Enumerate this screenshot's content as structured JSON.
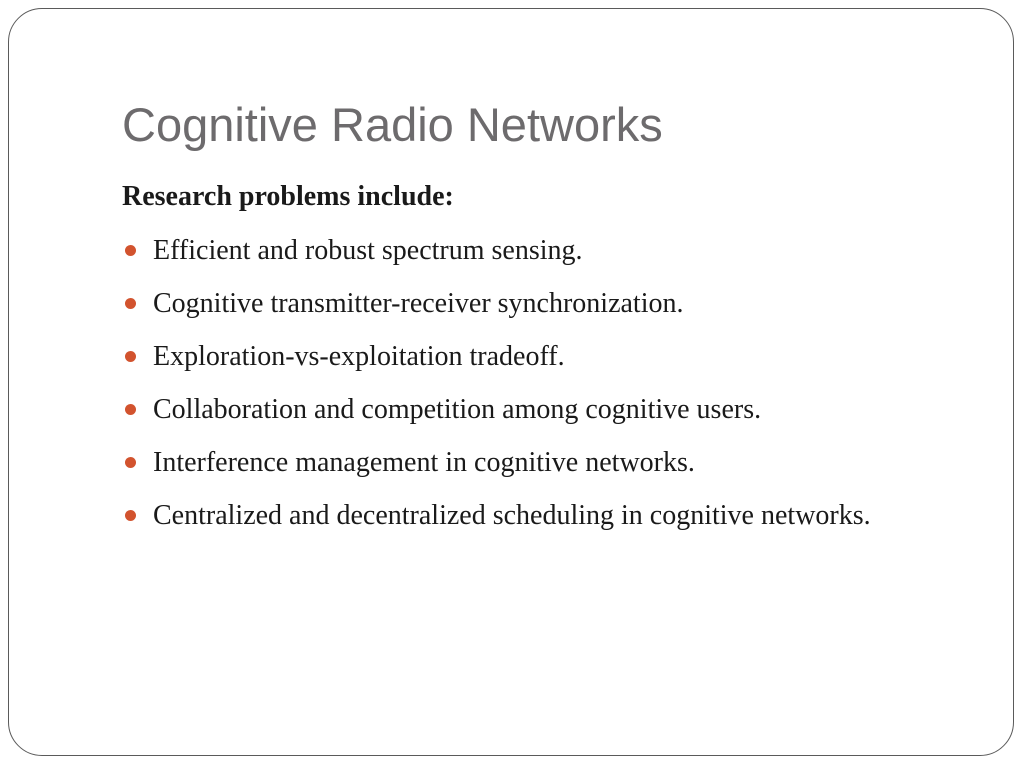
{
  "slide": {
    "title": "Cognitive Radio Networks",
    "intro": "Research problems include:",
    "bullets": [
      "Efficient and robust spectrum sensing.",
      "Cognitive transmitter-receiver synchronization.",
      "Exploration-vs-exploitation tradeoff.",
      "Collaboration and competition among cognitive users.",
      "Interference management in cognitive networks.",
      "Centralized and decentralized scheduling in cognitive networks."
    ],
    "bullet_icon": "filled-circle-bullet",
    "colors": {
      "title": "#6d6b6d",
      "text": "#1a1a1a",
      "bullet": "#d2532e",
      "border": "#5a5a5a"
    }
  }
}
